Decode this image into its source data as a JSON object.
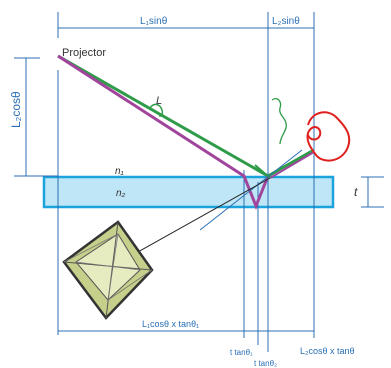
{
  "labels": {
    "top_left": "L₁sinθ",
    "top_right": "L₂sinθ",
    "projector": "Projector",
    "left_vertical": "L₂cosθ",
    "ray_label": "L",
    "n1": "n₁",
    "n2": "n₂",
    "thickness": "t",
    "bottom_length": "L₁cosθ x tanθ₁",
    "bottom_t_tan1": "t tanθ₁",
    "bottom_t_tan2": "t tanθ₂",
    "bottom_right": "L₂cosθ x tanθ"
  },
  "colors": {
    "dimension": "#2a6fb5",
    "ray_green": "#2e9b48",
    "ray_magenta": "#a0459b",
    "slab_fill": "#bfe6f7",
    "slab_stroke": "#1aa3dc",
    "eye": "#e0201c",
    "gem": "#c6d08a"
  },
  "icons": {
    "eye": "eye-icon",
    "gem": "gemstone-icon"
  }
}
